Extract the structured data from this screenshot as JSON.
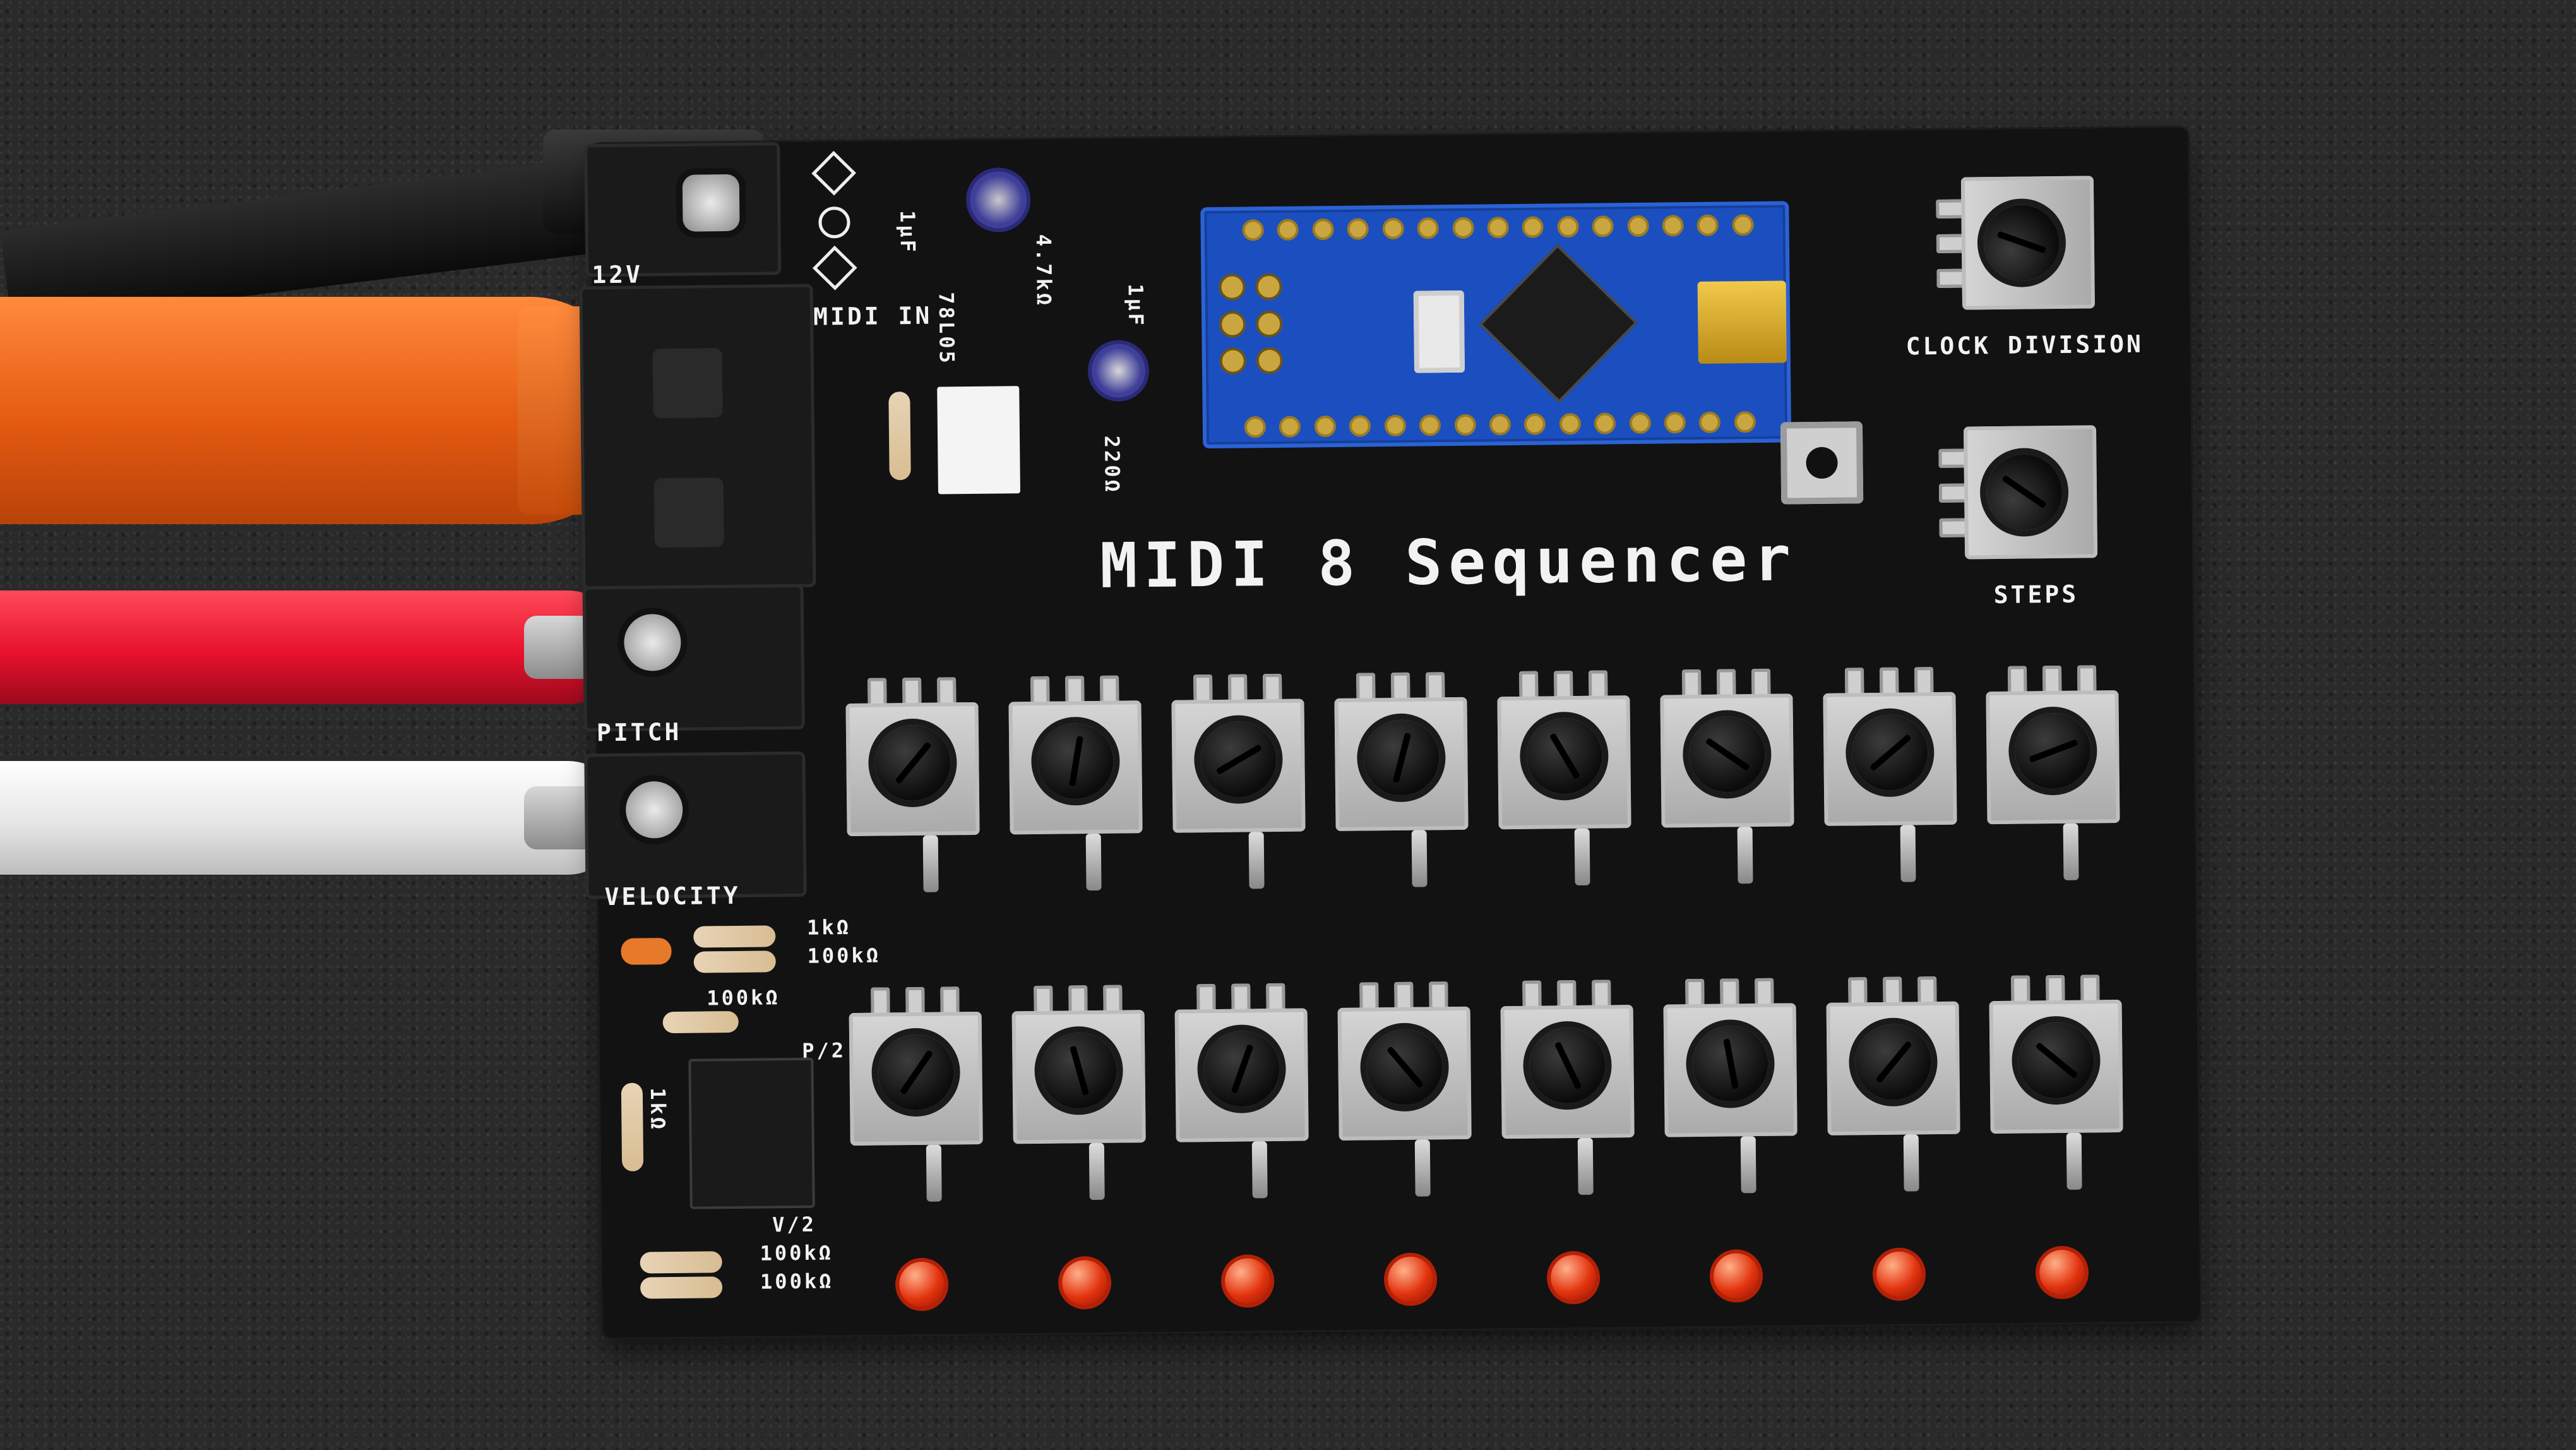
{
  "board": {
    "title": "MIDI 8 Sequencer",
    "labels": {
      "power": "12V",
      "midi_in": "MIDI IN",
      "pitch": "PITCH",
      "velocity": "VELOCITY",
      "clock_division": "CLOCK DIVISION",
      "steps": "STEPS"
    },
    "components": {
      "cap1": "1µF",
      "cap2": "1µF",
      "res1": "4.7kΩ",
      "res2": "220Ω",
      "reg": "78L05",
      "p_v_top": "P/2",
      "p_v_bot": "V/2",
      "r_1k_top": "1kΩ",
      "r_100k_top": "100kΩ",
      "r_100k_mid": "100kΩ",
      "r_1k_left": "1kΩ",
      "r_100k_bot1": "100kΩ",
      "r_100k_bot2": "100kΩ"
    }
  },
  "colors": {
    "pcb": "#121212",
    "arduino": "#1b4fc0",
    "led": "#e2330e",
    "cable_orange": "#f06a1e",
    "cable_red": "#e7112c"
  }
}
